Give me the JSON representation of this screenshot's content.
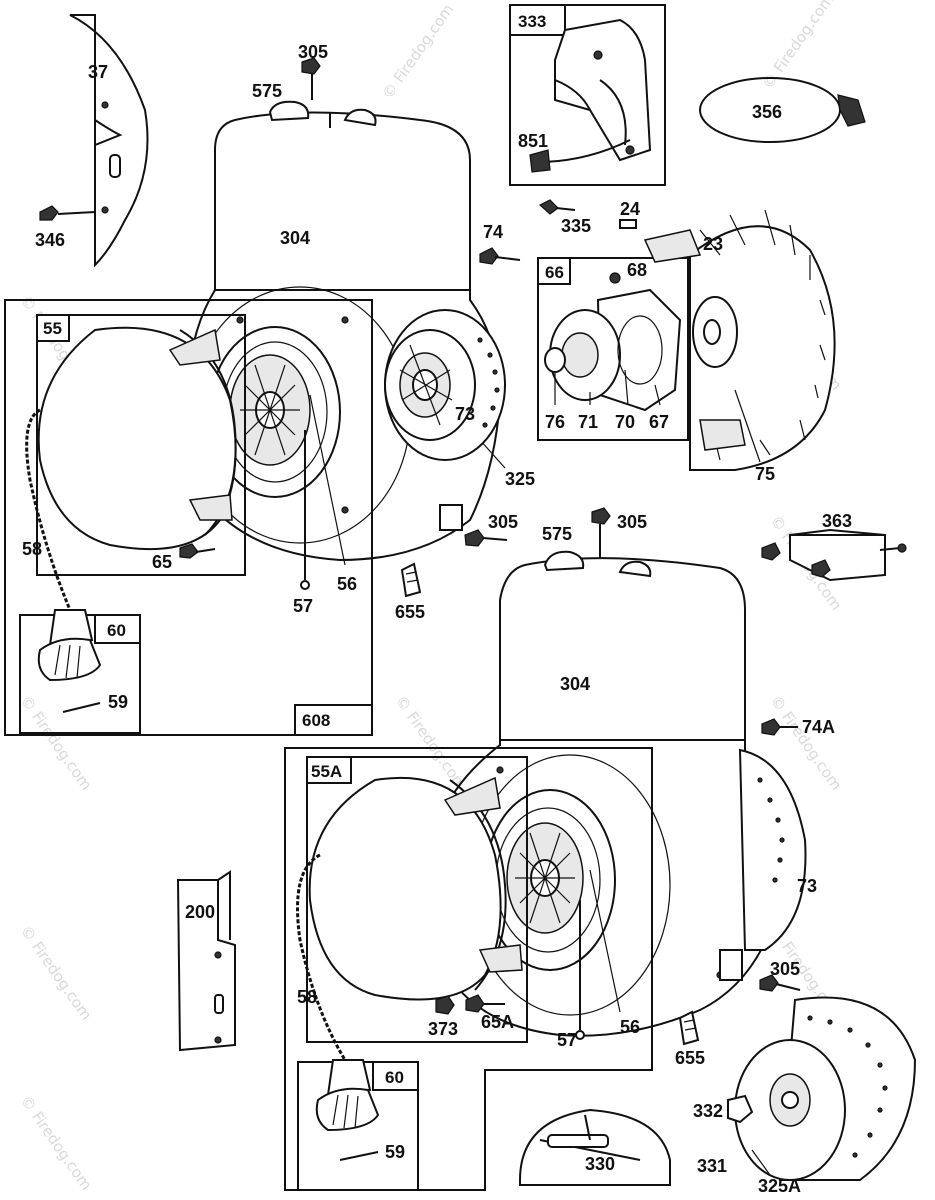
{
  "watermark": "© Firedog.com",
  "labels": {
    "p37": "37",
    "p346": "346",
    "p305a": "305",
    "p575a": "575",
    "p304a": "304",
    "p333": "333",
    "p851": "851",
    "p356": "356",
    "p335": "335",
    "p24": "24",
    "p74": "74",
    "p66": "66",
    "p68": "68",
    "p23": "23",
    "p76": "76",
    "p71": "71",
    "p70": "70",
    "p67": "67",
    "p75": "75",
    "p73a": "73",
    "p325": "325",
    "p55": "55",
    "p58a": "58",
    "p65": "65",
    "p57a": "57",
    "p56a": "56",
    "p60a": "60",
    "p59a": "59",
    "p608": "608",
    "p305b": "305",
    "p655a": "655",
    "p575b": "575",
    "p305c": "305",
    "p363": "363",
    "p304b": "304",
    "p74A": "74A",
    "p55A": "55A",
    "p200": "200",
    "p73b": "73",
    "p58b": "58",
    "p373": "373",
    "p65A": "65A",
    "p57b": "57",
    "p56b": "56",
    "p305d": "305",
    "p655b": "655",
    "p60b": "60",
    "p59b": "59",
    "p330": "330",
    "p332": "332",
    "p331": "331",
    "p325A": "325A"
  }
}
